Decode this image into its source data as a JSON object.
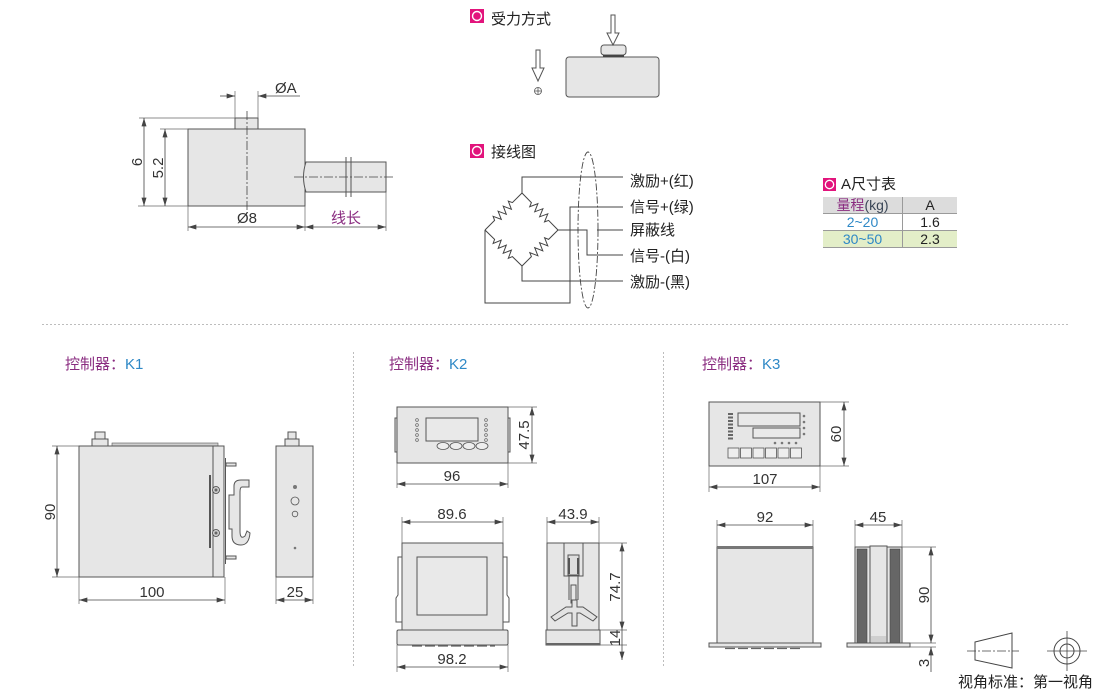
{
  "load_cell_drawing": {
    "stud_diameter_label": "ØA",
    "total_height_label": "6",
    "body_height_label": "5.2",
    "body_diameter_label": "Ø8",
    "cable_length_label": "线长"
  },
  "force_mode": {
    "title": "受力方式",
    "bullet_icon": "ring-bullet-icon"
  },
  "wiring_diagram": {
    "title": "接线图",
    "bullet_icon": "ring-bullet-icon",
    "wires": [
      {
        "label": "激励+(红)"
      },
      {
        "label": "信号+(绿)"
      },
      {
        "label": "屏蔽线"
      },
      {
        "label": "信号-(白)"
      },
      {
        "label": "激励-(黑)"
      }
    ]
  },
  "a_dimension_table": {
    "title": "A尺寸表",
    "header": {
      "range": "量程",
      "unit": "(kg)",
      "a": "A"
    },
    "rows": [
      {
        "range": "2~20",
        "a": "1.6",
        "highlighted": false
      },
      {
        "range": "30~50",
        "a": "2.3",
        "highlighted": true
      }
    ]
  },
  "controllers": [
    {
      "label": "控制器：",
      "model": "K1",
      "dimensions": {
        "height": "90",
        "width": "100",
        "depth": "25"
      }
    },
    {
      "label": "控制器：",
      "model": "K2",
      "dimensions": {
        "panel_width": "96",
        "panel_height": "47.5",
        "body_width": "89.6",
        "body_depth": "43.9",
        "body_height": "74.7",
        "bezel_thickness": "14",
        "bezel_width": "98.2"
      }
    },
    {
      "label": "控制器：",
      "model": "K3",
      "dimensions": {
        "panel_width": "107",
        "panel_height": "60",
        "body_width": "92",
        "body_depth": "45",
        "body_height": "90",
        "bezel_thickness": "3"
      }
    }
  ],
  "projection_standard": {
    "label": "视角标准：第一视角",
    "symbol": "first-angle-projection-icon"
  },
  "colors": {
    "accent": "#e2147c",
    "label_purple": "#8a2c80",
    "model_blue": "#2e88c6",
    "table_header_bg": "#dcdcdc",
    "table_highlight_row_bg": "#e3eec8",
    "drawing_fill": "#e6e6e6",
    "drawing_stroke": "#555555"
  }
}
